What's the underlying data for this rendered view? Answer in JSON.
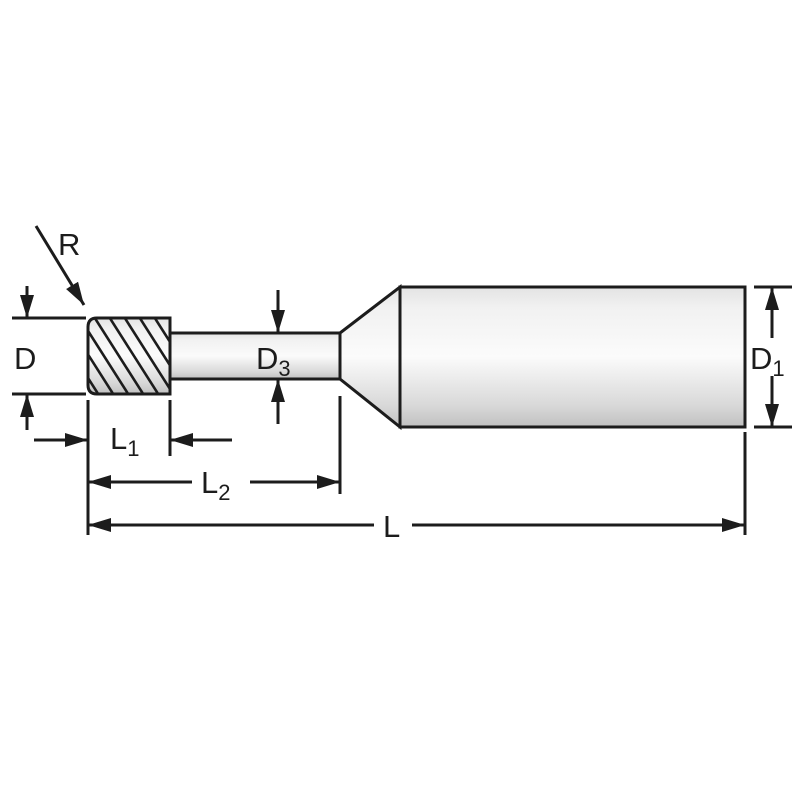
{
  "diagram": {
    "type": "technical-drawing",
    "subject": "end-mill-tool-dimension-diagram",
    "labels": {
      "r": "R",
      "d": "D",
      "d3_base": "D",
      "d3_sub": "3",
      "d1_base": "D",
      "d1_sub": "1",
      "l1_base": "L",
      "l1_sub": "1",
      "l2_base": "L",
      "l2_sub": "2",
      "l": "L"
    },
    "colors": {
      "outline": "#1c1c1c",
      "fill_light": "#fafafa",
      "fill_dark": "#c0c0c0",
      "background": "#ffffff"
    }
  }
}
